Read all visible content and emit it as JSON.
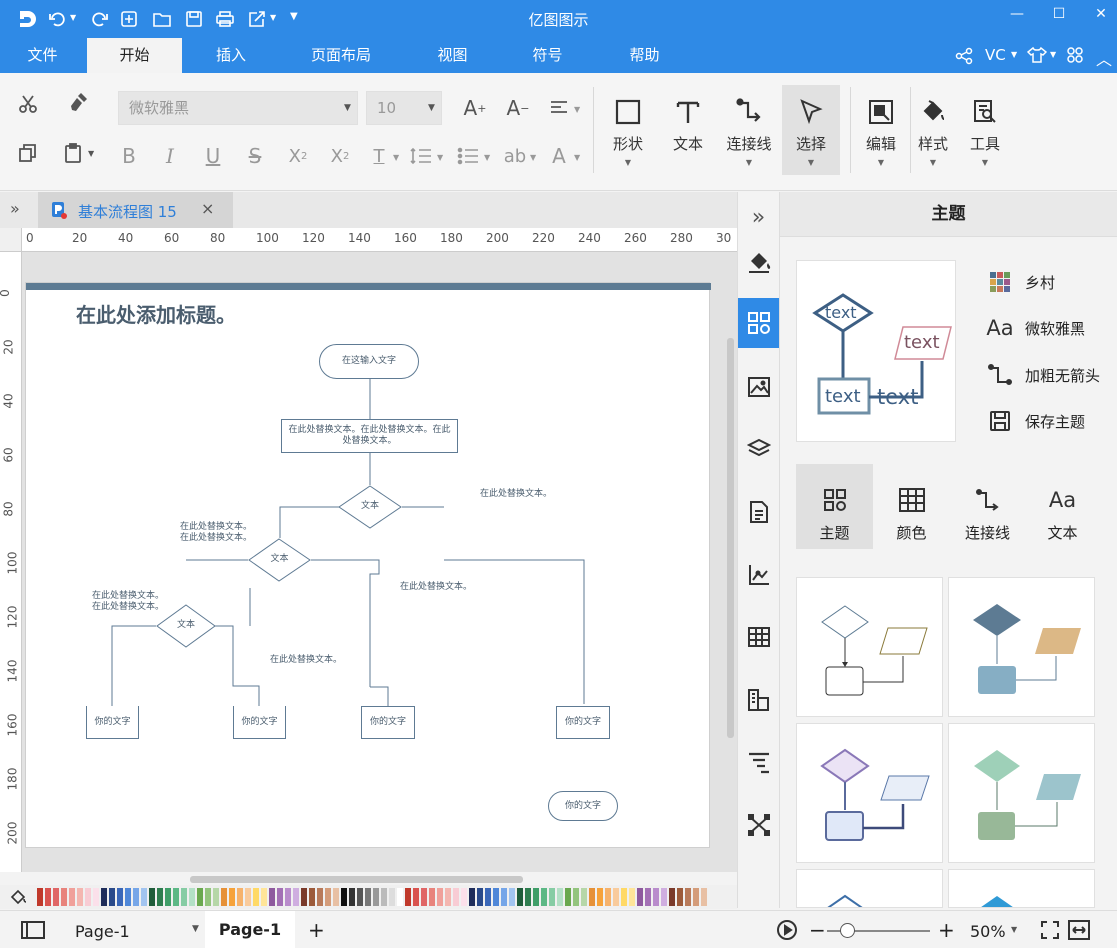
{
  "app": {
    "title": "亿图图示",
    "win_min": "—",
    "win_max": "☐",
    "win_close": "✕"
  },
  "menu": {
    "tabs": [
      {
        "label": "文件"
      },
      {
        "label": "开始"
      },
      {
        "label": "插入"
      },
      {
        "label": "页面布局"
      },
      {
        "label": "视图"
      },
      {
        "label": "符号"
      },
      {
        "label": "帮助"
      }
    ],
    "user": "VC"
  },
  "ribbon": {
    "font_family": "微软雅黑",
    "font_size": "10",
    "big_buttons": {
      "shape": "形状",
      "text": "文本",
      "connector": "连接线",
      "select": "选择",
      "edit": "编辑",
      "style": "样式",
      "tools": "工具"
    }
  },
  "document": {
    "tab_title": "基本流程图 15",
    "tab_close": "×"
  },
  "ruler": {
    "h_ticks": [
      "0",
      "20",
      "40",
      "60",
      "80",
      "100",
      "120",
      "140",
      "160",
      "180",
      "200",
      "220",
      "240",
      "260",
      "280",
      "30"
    ],
    "v_ticks": [
      "0",
      "20",
      "40",
      "60",
      "80",
      "100",
      "120",
      "140",
      "160",
      "180",
      "200"
    ]
  },
  "canvas": {
    "page_title": "在此处添加标题。",
    "start": "在这输入文字",
    "process1": "在此处替换文本。在此处替换文本。在此处替换文本。",
    "decision1": "文本",
    "decision2": "文本",
    "decision3": "文本",
    "label_right1": "在此处替换文本。",
    "label_left1": "在此处替换文本。在此处替换文本。",
    "label_left2": "在此处替换文本。在此处替换文本。",
    "label_mid1": "在此处替换文本。",
    "label_mid2": "在此处替换文本。",
    "box1": "你的文字",
    "box2": "你的文字",
    "box3": "你的文字",
    "box4": "你的文字",
    "end": "你的文字"
  },
  "panel": {
    "title": "主题",
    "preview_text": "text",
    "options": [
      {
        "label": "乡村"
      },
      {
        "label": "微软雅黑"
      },
      {
        "label": "加粗无箭头"
      },
      {
        "label": "保存主题"
      }
    ],
    "tabs": [
      {
        "label": "主题"
      },
      {
        "label": "颜色"
      },
      {
        "label": "连接线"
      },
      {
        "label": "文本"
      }
    ]
  },
  "status": {
    "page_select": "Page-1",
    "page_tab": "Page-1",
    "add": "+",
    "zoom": "50%"
  },
  "colors": {
    "accent": "#2f8ae6",
    "shape_stroke": "#5e7a93"
  }
}
